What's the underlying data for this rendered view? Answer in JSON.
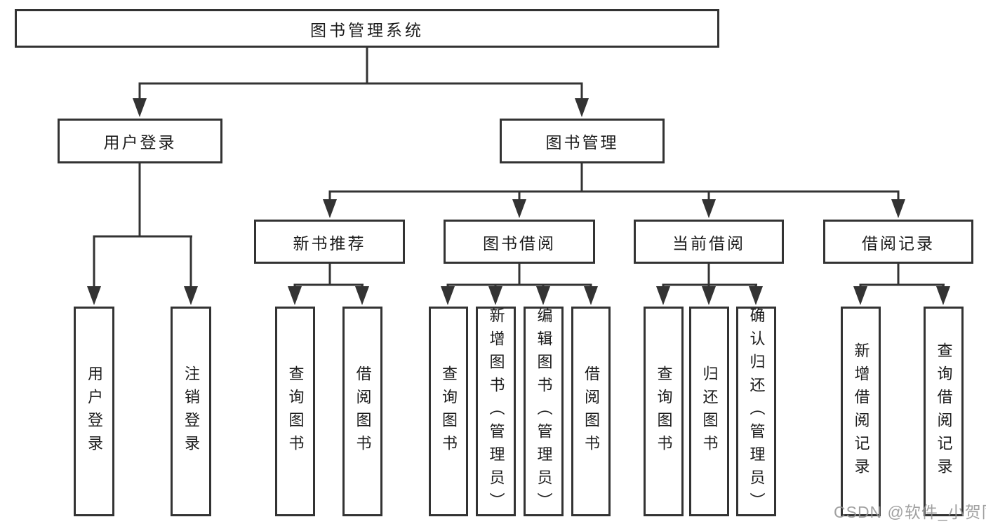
{
  "colors": {
    "line": "#333333",
    "text": "#1c1c1c",
    "background": "#ffffff",
    "watermark": "#919191"
  },
  "watermark": {
    "text": "CSDN @软件_小贺同学"
  },
  "tree": {
    "root": {
      "label": "图书管理系统"
    },
    "branches": [
      {
        "label": "用户登录",
        "children": [
          {
            "label": "用户登录"
          },
          {
            "label": "注销登录"
          }
        ]
      },
      {
        "label": "图书管理",
        "sections": [
          {
            "label": "新书推荐",
            "children": [
              {
                "label": "查询图书"
              },
              {
                "label": "借阅图书"
              }
            ]
          },
          {
            "label": "图书借阅",
            "children": [
              {
                "label": "查询图书"
              },
              {
                "label": "新增图书（管理员）"
              },
              {
                "label": "编辑图书（管理员）"
              },
              {
                "label": "借阅图书"
              }
            ]
          },
          {
            "label": "当前借阅",
            "children": [
              {
                "label": "查询图书"
              },
              {
                "label": "归还图书"
              },
              {
                "label": "确认归还（管理员）"
              }
            ]
          },
          {
            "label": "借阅记录",
            "children": [
              {
                "label": "新增借阅记录"
              },
              {
                "label": "查询借阅记录"
              }
            ]
          }
        ]
      }
    ]
  }
}
